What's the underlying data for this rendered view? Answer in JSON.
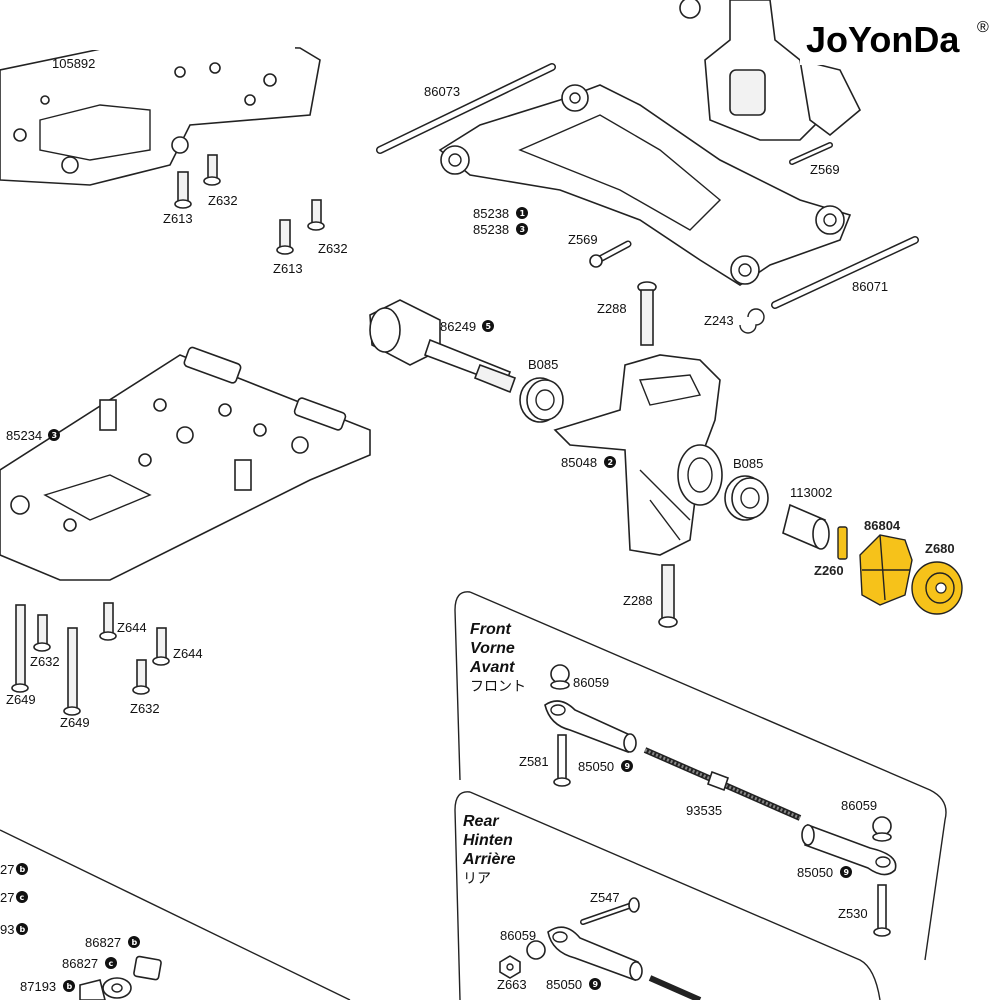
{
  "brand": {
    "name": "JoYonDa",
    "mark": "®"
  },
  "parts": {
    "p105892": "105892",
    "p86073": "86073",
    "z613a": "Z613",
    "z632a": "Z632",
    "z613b": "Z613",
    "z632b": "Z632",
    "p85238_1": "85238",
    "p85238_2": "85238",
    "z569a": "Z569",
    "z569b": "Z569",
    "p86071": "86071",
    "z288a": "Z288",
    "z243": "Z243",
    "p86249": "86249",
    "b085a": "B085",
    "p85234": "85234",
    "p85048": "85048",
    "b085b": "B085",
    "p113002": "113002",
    "p86804": "86804",
    "z680": "Z680",
    "z260": "Z260",
    "z288b": "Z288",
    "z644a": "Z644",
    "z644b": "Z644",
    "z632c": "Z632",
    "z632d": "Z632",
    "z649a": "Z649",
    "z649b": "Z649",
    "p86059a": "86059",
    "z581": "Z581",
    "p85050a": "85050",
    "p93535": "93535",
    "p86059b": "86059",
    "p85050b": "85050",
    "z530": "Z530",
    "z547": "Z547",
    "p86059c": "86059",
    "z663": "Z663",
    "p85050c": "85050",
    "p86827a": "86827",
    "p86827b": "86827",
    "p87193": "87193",
    "e27a": "27",
    "e27b": "27",
    "e93": "93"
  },
  "front": {
    "l1": "Front",
    "l2": "Vorne",
    "l3": "Avant",
    "l4": "フロント"
  },
  "rear": {
    "l1": "Rear",
    "l2": "Hinten",
    "l3": "Arrière",
    "l4": "リア"
  },
  "badges": {
    "b1": "1",
    "b2": "3",
    "b3": "5",
    "b4": "3",
    "b5": "2",
    "b6": "9",
    "b7": "9",
    "b8": "9",
    "b9": "b",
    "b10": "c",
    "b11": "b",
    "b12": "b",
    "b13": "c",
    "b14": "b",
    "b15": "b"
  },
  "colors": {
    "highlight": "#f6c21a",
    "ink": "#222222"
  }
}
